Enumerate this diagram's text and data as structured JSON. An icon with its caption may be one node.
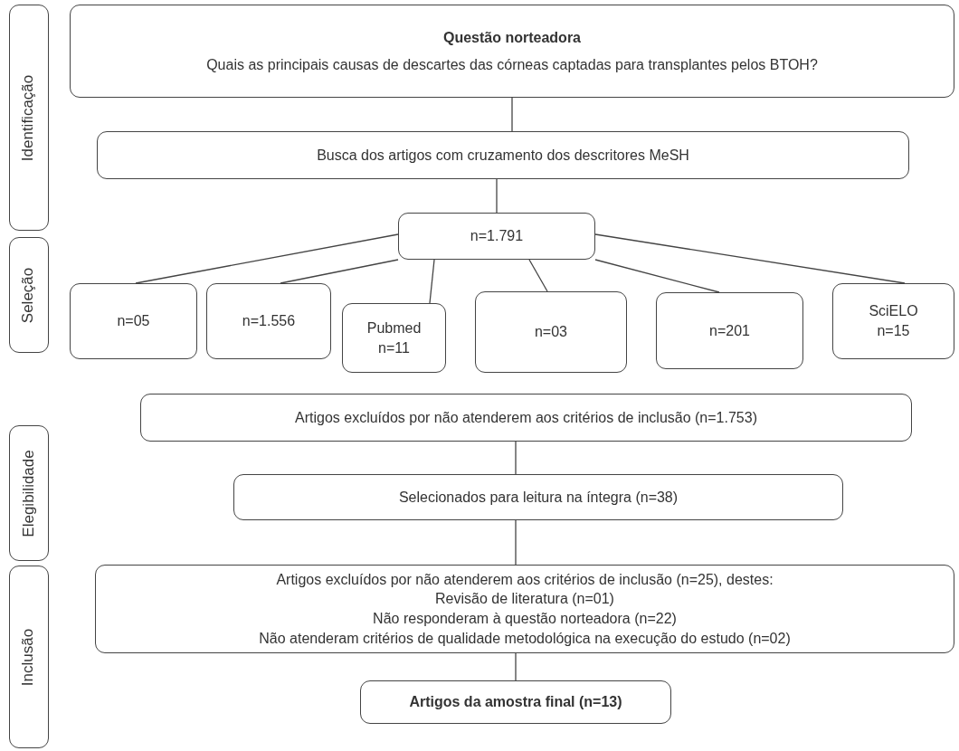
{
  "diagram": {
    "nodes": [
      {
        "text": [
          "Identificação"
        ]
      },
      {
        "text": [
          "Seleção"
        ]
      },
      {
        "text": [
          "Elegibilidade"
        ]
      },
      {
        "text": [
          "Inclusão"
        ]
      },
      {
        "text": [
          "Questão norteadora",
          "Quais as principais causas de descartes das córneas captadas para transplantes pelos BTOH?"
        ]
      },
      {
        "text": [
          "Busca dos artigos com cruzamento dos descritores MeSH"
        ]
      },
      {
        "text": [
          "n=1.791"
        ]
      },
      {
        "text": [
          "n=05"
        ]
      },
      {
        "text": [
          "n=1.556"
        ]
      },
      {
        "text": [
          "Pubmed",
          "n=11"
        ]
      },
      {
        "text": [
          "n=03"
        ]
      },
      {
        "text": [
          "n=201"
        ]
      },
      {
        "text": [
          "SciELO",
          "n=15"
        ]
      },
      {
        "text": [
          "Artigos excluídos por não atenderem aos critérios de inclusão (n=1.753)"
        ]
      },
      {
        "text": [
          "Selecionados para leitura na íntegra (n=38)"
        ]
      },
      {
        "text": [
          "Artigos excluídos por não atenderem aos critérios de inclusão (n=25), destes:",
          "Revisão de literatura (n=01)",
          "Não responderam à questão norteadora (n=22)",
          "Não atenderam critérios de qualidade metodológica na execução do estudo (n=02)"
        ]
      },
      {
        "text": [
          "Artigos da amostra final (n=13)"
        ]
      }
    ],
    "edges": [
      {
        "from": 4,
        "to": 5,
        "arrow": "none"
      },
      {
        "from": 5,
        "to": 6,
        "arrow": "none"
      },
      {
        "from": 6,
        "to": 7,
        "arrow": "none"
      },
      {
        "from": 6,
        "to": 8,
        "arrow": "none"
      },
      {
        "from": 6,
        "to": 9,
        "arrow": "none"
      },
      {
        "from": 6,
        "to": 10,
        "arrow": "none"
      },
      {
        "from": 6,
        "to": 11,
        "arrow": "none"
      },
      {
        "from": 6,
        "to": 12,
        "arrow": "none"
      },
      {
        "from": 13,
        "to": 14,
        "arrow": "none"
      },
      {
        "from": 14,
        "to": 15,
        "arrow": "none"
      },
      {
        "from": 15,
        "to": 16,
        "arrow": "none"
      }
    ]
  }
}
